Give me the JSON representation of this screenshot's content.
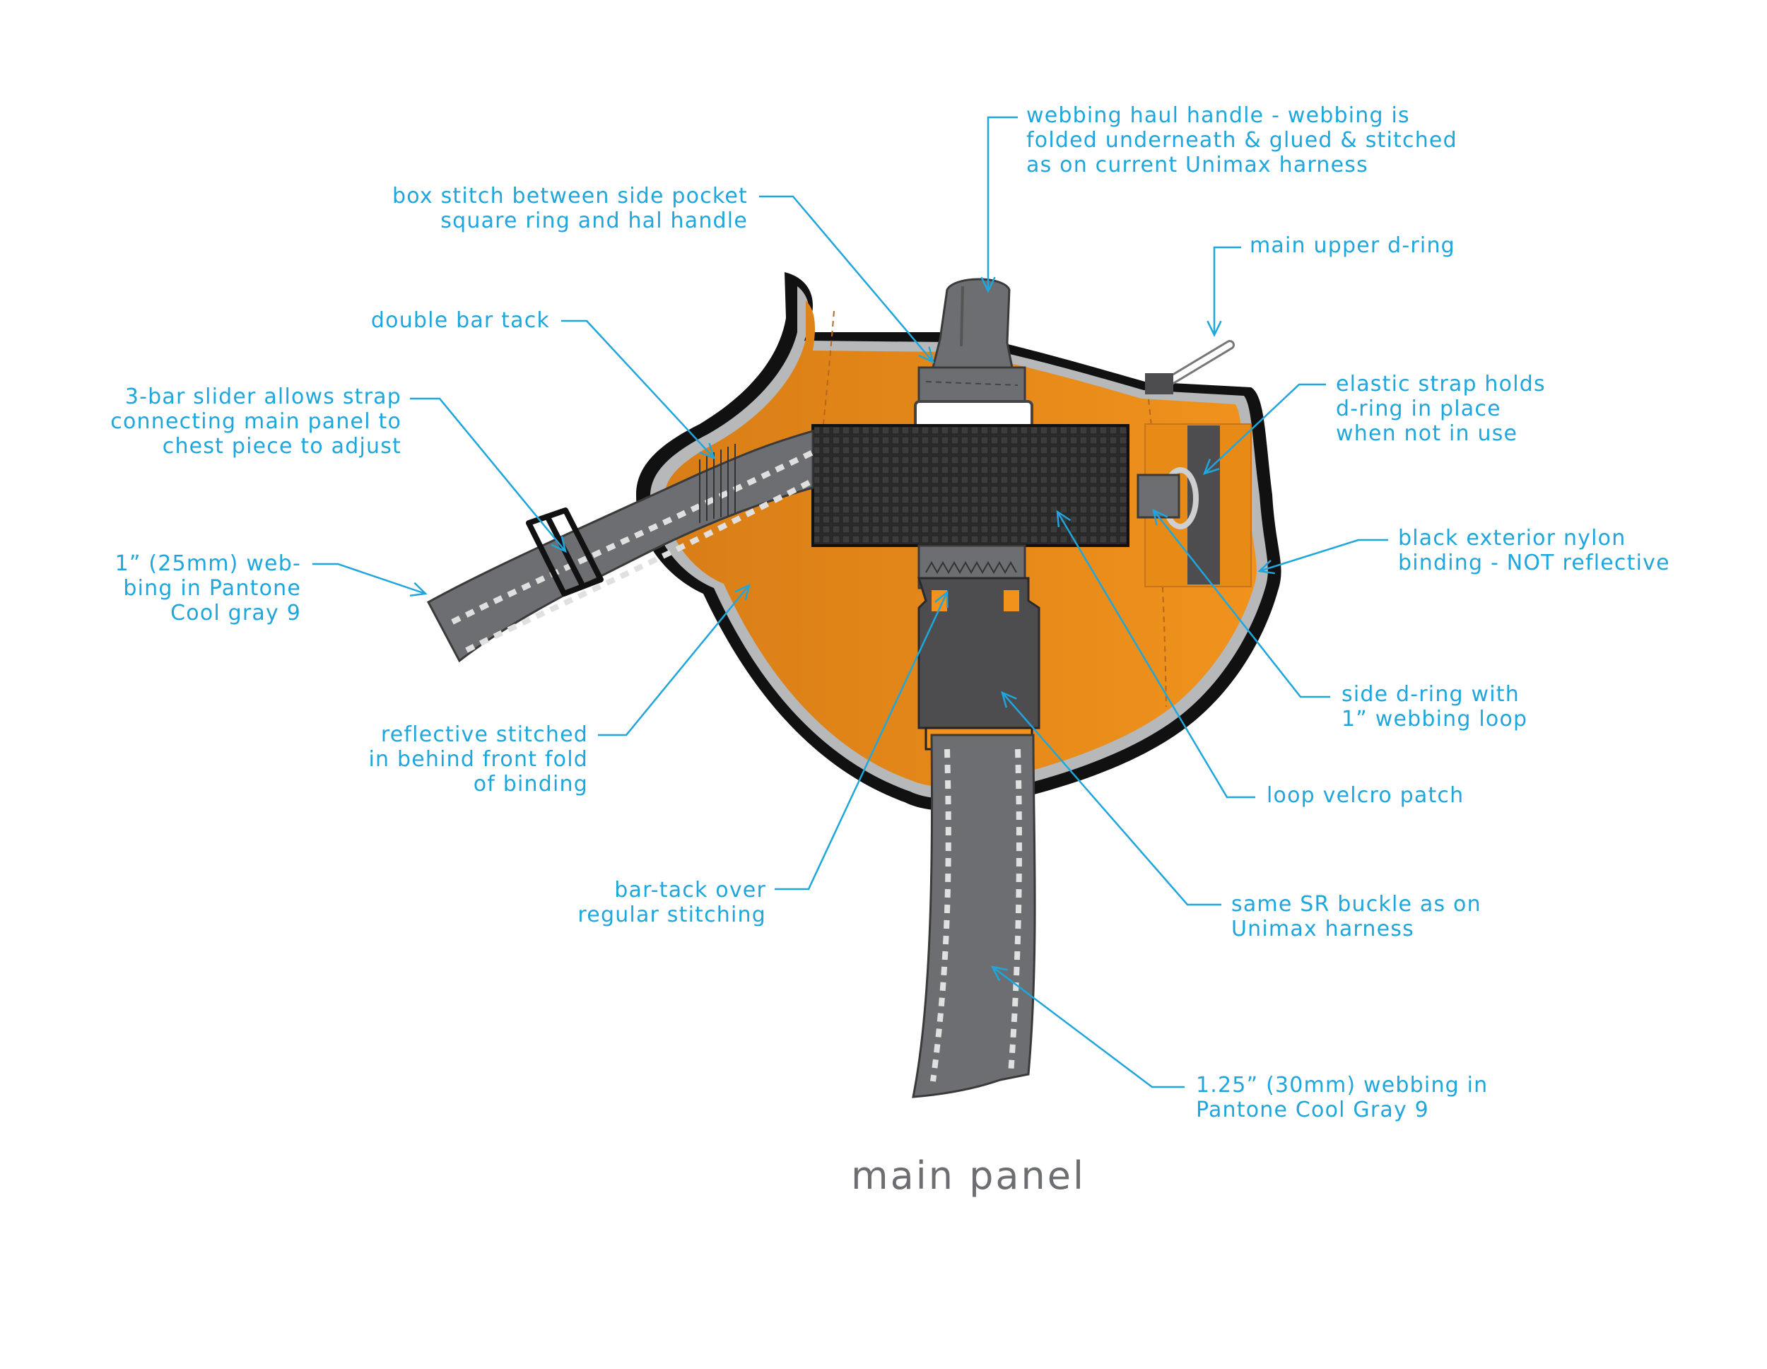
{
  "colors": {
    "callout": "#1ea6dd",
    "caption": "#6d6e71",
    "panel_orange": "#f0921c",
    "panel_orange_dark": "#d97e17",
    "webbing_gray": "#6d6e71",
    "buckle_dark": "#4d4d4f",
    "binding_black": "#111111",
    "reflective_trim": "#b7b8ba",
    "velcro": "#333333"
  },
  "caption": "main panel",
  "callouts": {
    "haul_handle": [
      "webbing haul handle - webbing is",
      "folded underneath & glued & stitched",
      "as on current Unimax harness"
    ],
    "box_stitch": [
      "box stitch between side pocket",
      "square ring and hal handle"
    ],
    "upper_dring": [
      "main upper d-ring"
    ],
    "double_bar_tack": [
      "double bar tack"
    ],
    "elastic_strap": [
      "elastic strap holds",
      "d-ring in place",
      "when not in use"
    ],
    "slider": [
      "3-bar slider allows strap",
      "connecting main panel to",
      "chest piece to adjust"
    ],
    "binding": [
      "black exterior nylon",
      "binding - NOT reflective"
    ],
    "webbing_1in": [
      "1” (25mm) web-",
      "bing in Pantone",
      "Cool gray 9"
    ],
    "side_dring": [
      "side d-ring with",
      "1” webbing loop"
    ],
    "reflective": [
      "reflective stitched",
      "in behind front fold",
      "of binding"
    ],
    "velcro_patch": [
      "loop velcro patch"
    ],
    "bar_tack": [
      "bar-tack over",
      "regular stitching"
    ],
    "sr_buckle": [
      "same SR buckle as on",
      "Unimax harness"
    ],
    "webbing_125in": [
      "1.25” (30mm) webbing in",
      "Pantone Cool Gray 9"
    ]
  }
}
